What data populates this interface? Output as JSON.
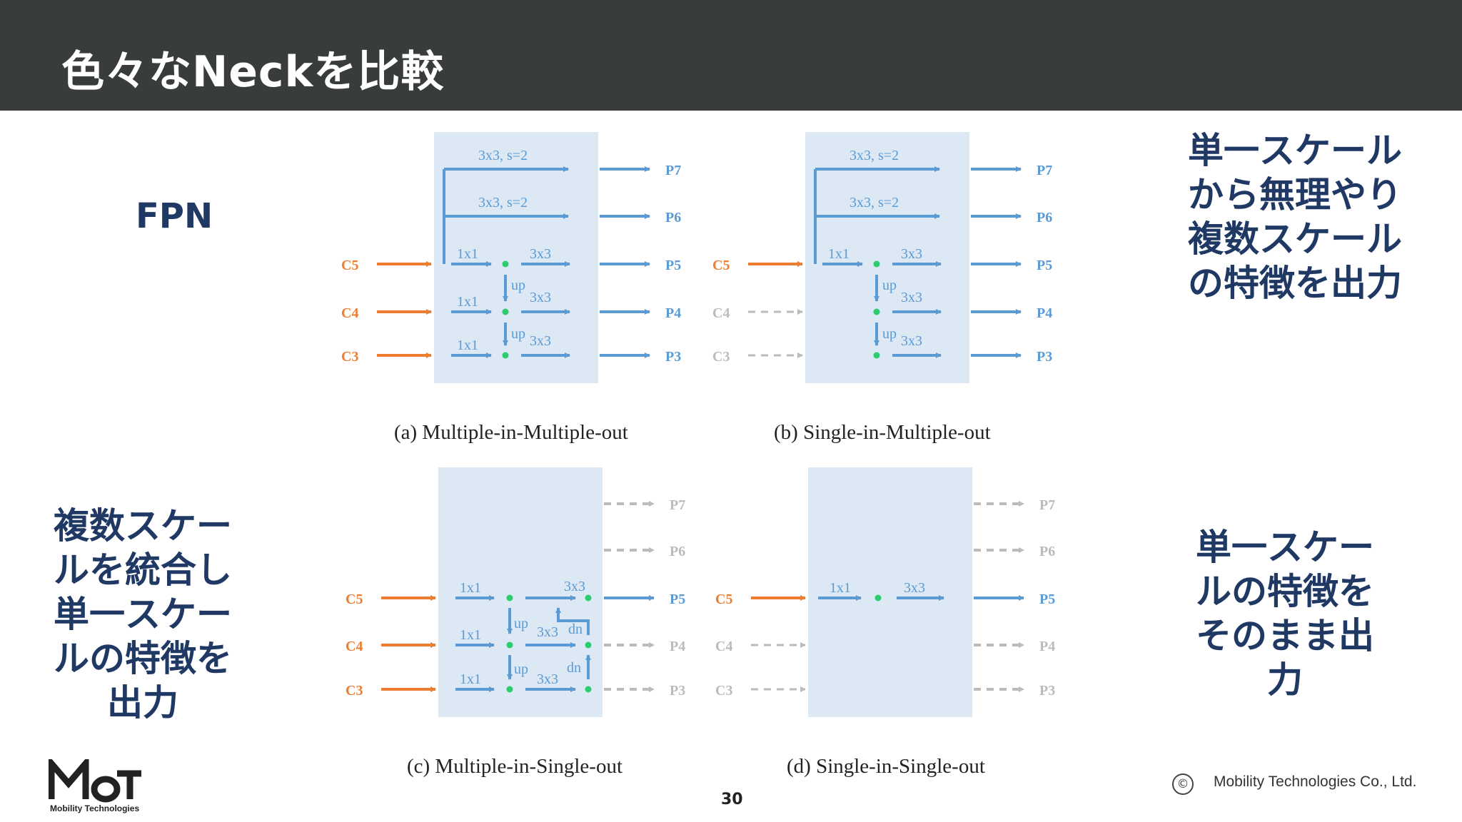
{
  "slide": {
    "title": "色々なNeckを比較",
    "page_number": "30"
  },
  "notes": {
    "fpn": "FPN",
    "top_right": [
      "単一スケール",
      "から無理やり",
      "複数スケール",
      "の特徴を出力"
    ],
    "bottom_left": [
      "複数スケー",
      "ルを統合し",
      "単一スケー",
      "ルの特徴を",
      "出力"
    ],
    "bottom_right": [
      "単一スケー",
      "ルの特徴を",
      "そのまま出",
      "力"
    ]
  },
  "captions": {
    "a": "(a) Multiple-in-Multiple-out",
    "b": "(b) Single-in-Multiple-out",
    "c": "(c) Multiple-in-Single-out",
    "d": "(d) Single-in-Single-out"
  },
  "diagram_labels": {
    "inputs": [
      "C5",
      "C4",
      "C3"
    ],
    "outputs": [
      "P7",
      "P6",
      "P5",
      "P4",
      "P3"
    ],
    "conv_s2": "3x3, s=2",
    "conv1": "1x1",
    "conv3": "3x3",
    "up": "up",
    "dn": "dn"
  },
  "footer": {
    "logo_text": "Mobility Technologies",
    "copyright_symbol": "©",
    "copyright": "Mobility Technologies Co., Ltd."
  },
  "colors": {
    "header_bg": "#383d3b",
    "note_text": "#1f3864",
    "panel_bg": "#dde8f5",
    "arrow_blue": "#5b9bd5",
    "arrow_orange": "#ed7d31",
    "inactive": "#bbbbbb",
    "node_green": "#2ecc71"
  }
}
